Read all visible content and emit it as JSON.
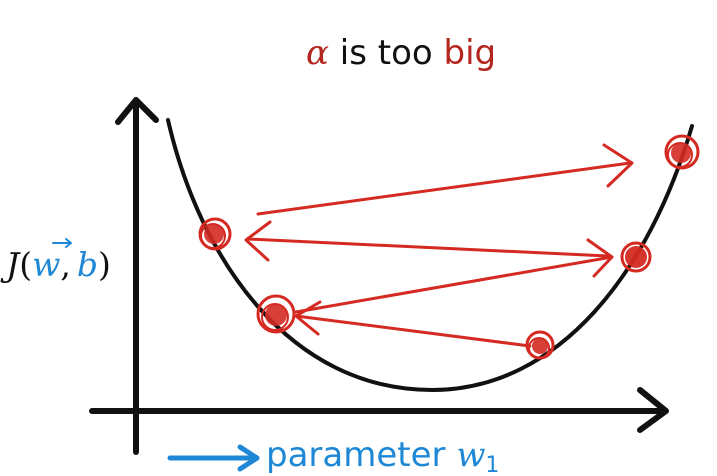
{
  "title": {
    "symbol": "α",
    "middle": " is too ",
    "highlight": "big"
  },
  "y_axis_label": {
    "func": "J",
    "open_paren": "(",
    "vector": "w",
    "comma": ",",
    "bias": "b",
    "close_paren": ")"
  },
  "x_axis_label": {
    "text": "parameter ",
    "symbol": "w",
    "subscript": "1"
  },
  "colors": {
    "ink": "#111111",
    "annotation_red": "#d42a22",
    "title_red": "#b3261e",
    "label_blue": "#1e88d6"
  }
}
